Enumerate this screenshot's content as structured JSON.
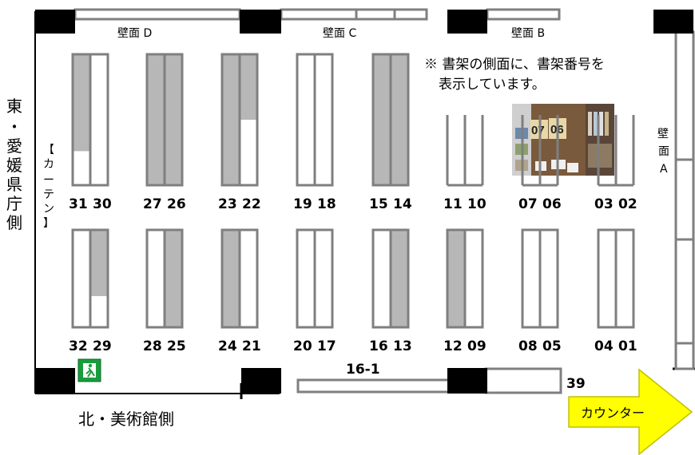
{
  "walls": {
    "d": "壁面 D",
    "c": "壁面 C",
    "b": "壁面 B",
    "a": [
      "壁",
      "面",
      "A"
    ]
  },
  "sides": {
    "east": [
      "東",
      "・",
      "愛",
      "媛",
      "県",
      "庁",
      "側"
    ],
    "north": "北・美術館側"
  },
  "curtain": [
    "【",
    "カ",
    "ー",
    "テ",
    "ン",
    "】"
  ],
  "note": {
    "line1": "※ 書架の側面に、書架番号を",
    "line2": "表示しています。"
  },
  "photo_labels": [
    "07",
    "06"
  ],
  "shelf_16_1": "16-1",
  "shelf_39": "39",
  "counter": "カウンター",
  "colors": {
    "shelf_fill": "#b7b7b7",
    "arrow": "#ffff00",
    "exit": "#1a9c3c"
  },
  "top_row": [
    {
      "left": "31",
      "right": "30",
      "left_fill": 0.74,
      "right_fill": 0
    },
    {
      "left": "27",
      "right": "26",
      "left_fill": 1,
      "right_fill": 1
    },
    {
      "left": "23",
      "right": "22",
      "left_fill": 1,
      "right_fill": 0.5
    },
    {
      "left": "19",
      "right": "18",
      "left_fill": 0,
      "right_fill": 0
    },
    {
      "left": "15",
      "right": "14",
      "left_fill": 1,
      "right_fill": 1
    },
    {
      "left": "11",
      "right": "10",
      "left_fill": 0,
      "right_fill": 0
    },
    {
      "left": "07",
      "right": "06",
      "left_fill": 0,
      "right_fill": 0
    },
    {
      "left": "03",
      "right": "02",
      "left_fill": 0,
      "right_fill": 0
    }
  ],
  "bottom_row": [
    {
      "left": "32",
      "right": "29",
      "left_fill": 0,
      "right_fill": 0.68
    },
    {
      "left": "28",
      "right": "25",
      "left_fill": 0,
      "right_fill": 1
    },
    {
      "left": "24",
      "right": "21",
      "left_fill": 1,
      "right_fill": 0
    },
    {
      "left": "20",
      "right": "17",
      "left_fill": 0,
      "right_fill": 0
    },
    {
      "left": "16",
      "right": "13",
      "left_fill": 0,
      "right_fill": 1
    },
    {
      "left": "12",
      "right": "09",
      "left_fill": 1,
      "right_fill": 0
    },
    {
      "left": "08",
      "right": "05",
      "left_fill": 0,
      "right_fill": 0
    },
    {
      "left": "04",
      "right": "01",
      "left_fill": 0,
      "right_fill": 0
    }
  ]
}
